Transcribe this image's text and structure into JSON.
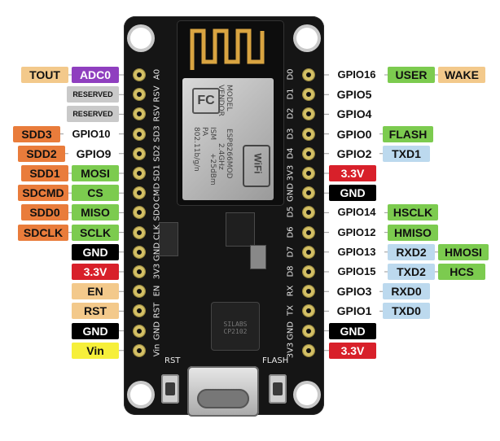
{
  "colors": {
    "tan": "#f3c98b",
    "purple": "#8f3fbf",
    "grey": "#c9c9c9",
    "orange": "#e97c3b",
    "green": "#7ccb4f",
    "black": "#000000",
    "red": "#d8202a",
    "yellow": "#f6ef3a",
    "blue": "#bcd9ee",
    "white": "#ffffff"
  },
  "board": {
    "silk_left": [
      "A0",
      "RSV",
      "RSV",
      "SD3",
      "SD2",
      "SD1",
      "CMD",
      "SDO",
      "CLK",
      "GND",
      "3V3",
      "EN",
      "RST",
      "GND",
      "Vin"
    ],
    "silk_right": [
      "D0",
      "D1",
      "D2",
      "D3",
      "D4",
      "3V3",
      "GND",
      "D5",
      "D6",
      "D7",
      "D8",
      "RX",
      "TX",
      "GND",
      "3V3"
    ],
    "module_text": [
      "MODEL",
      "VENDOR",
      "ISM",
      "PA",
      "802.11b/g/n",
      "ESP8266MOD",
      "2.4GHz",
      "+25dBm"
    ],
    "fc": "FC",
    "wifi": "WiFi",
    "button_rst": "RST",
    "button_flash": "FLASH",
    "chip_text": "SILABS CP2102"
  },
  "left_labels": [
    [
      {
        "text": "TOUT",
        "color": "tan"
      },
      {
        "text": "ADC0",
        "color": "purple"
      }
    ],
    [
      {
        "text": "RESERVED",
        "color": "grey"
      }
    ],
    [
      {
        "text": "RESERVED",
        "color": "grey"
      }
    ],
    [
      {
        "text": "SDD3",
        "color": "orange"
      },
      {
        "text": "GPIO10",
        "color": "white"
      }
    ],
    [
      {
        "text": "SDD2",
        "color": "orange"
      },
      {
        "text": "GPIO9",
        "color": "white"
      }
    ],
    [
      {
        "text": "SDD1",
        "color": "orange"
      },
      {
        "text": "MOSI",
        "color": "green"
      }
    ],
    [
      {
        "text": "SDCMD",
        "color": "orange"
      },
      {
        "text": "CS",
        "color": "green"
      }
    ],
    [
      {
        "text": "SDD0",
        "color": "orange"
      },
      {
        "text": "MISO",
        "color": "green"
      }
    ],
    [
      {
        "text": "SDCLK",
        "color": "orange"
      },
      {
        "text": "SCLK",
        "color": "green"
      }
    ],
    [
      {
        "text": "GND",
        "color": "black"
      }
    ],
    [
      {
        "text": "3.3V",
        "color": "red"
      }
    ],
    [
      {
        "text": "EN",
        "color": "tan"
      }
    ],
    [
      {
        "text": "RST",
        "color": "tan"
      }
    ],
    [
      {
        "text": "GND",
        "color": "black"
      }
    ],
    [
      {
        "text": "Vin",
        "color": "yellow"
      }
    ]
  ],
  "right_labels": [
    [
      {
        "text": "GPIO16",
        "color": "white"
      },
      {
        "text": "USER",
        "color": "green"
      },
      {
        "text": "WAKE",
        "color": "tan"
      }
    ],
    [
      {
        "text": "GPIO5",
        "color": "white"
      }
    ],
    [
      {
        "text": "GPIO4",
        "color": "white"
      }
    ],
    [
      {
        "text": "GPIO0",
        "color": "white"
      },
      {
        "text": "FLASH",
        "color": "green"
      }
    ],
    [
      {
        "text": "GPIO2",
        "color": "white"
      },
      {
        "text": "TXD1",
        "color": "blue"
      }
    ],
    [
      {
        "text": "3.3V",
        "color": "red"
      }
    ],
    [
      {
        "text": "GND",
        "color": "black"
      }
    ],
    [
      {
        "text": "GPIO14",
        "color": "white"
      },
      {
        "text": "HSCLK",
        "color": "green"
      }
    ],
    [
      {
        "text": "GPIO12",
        "color": "white"
      },
      {
        "text": "HMISO",
        "color": "green"
      }
    ],
    [
      {
        "text": "GPIO13",
        "color": "white"
      },
      {
        "text": "RXD2",
        "color": "blue"
      },
      {
        "text": "HMOSI",
        "color": "green"
      }
    ],
    [
      {
        "text": "GPIO15",
        "color": "white"
      },
      {
        "text": "TXD2",
        "color": "blue"
      },
      {
        "text": "HCS",
        "color": "green"
      }
    ],
    [
      {
        "text": "GPIO3",
        "color": "white"
      },
      {
        "text": "RXD0",
        "color": "blue"
      }
    ],
    [
      {
        "text": "GPIO1",
        "color": "white"
      },
      {
        "text": "TXD0",
        "color": "blue"
      }
    ],
    [
      {
        "text": "GND",
        "color": "black"
      }
    ],
    [
      {
        "text": "3.3V",
        "color": "red"
      }
    ]
  ]
}
